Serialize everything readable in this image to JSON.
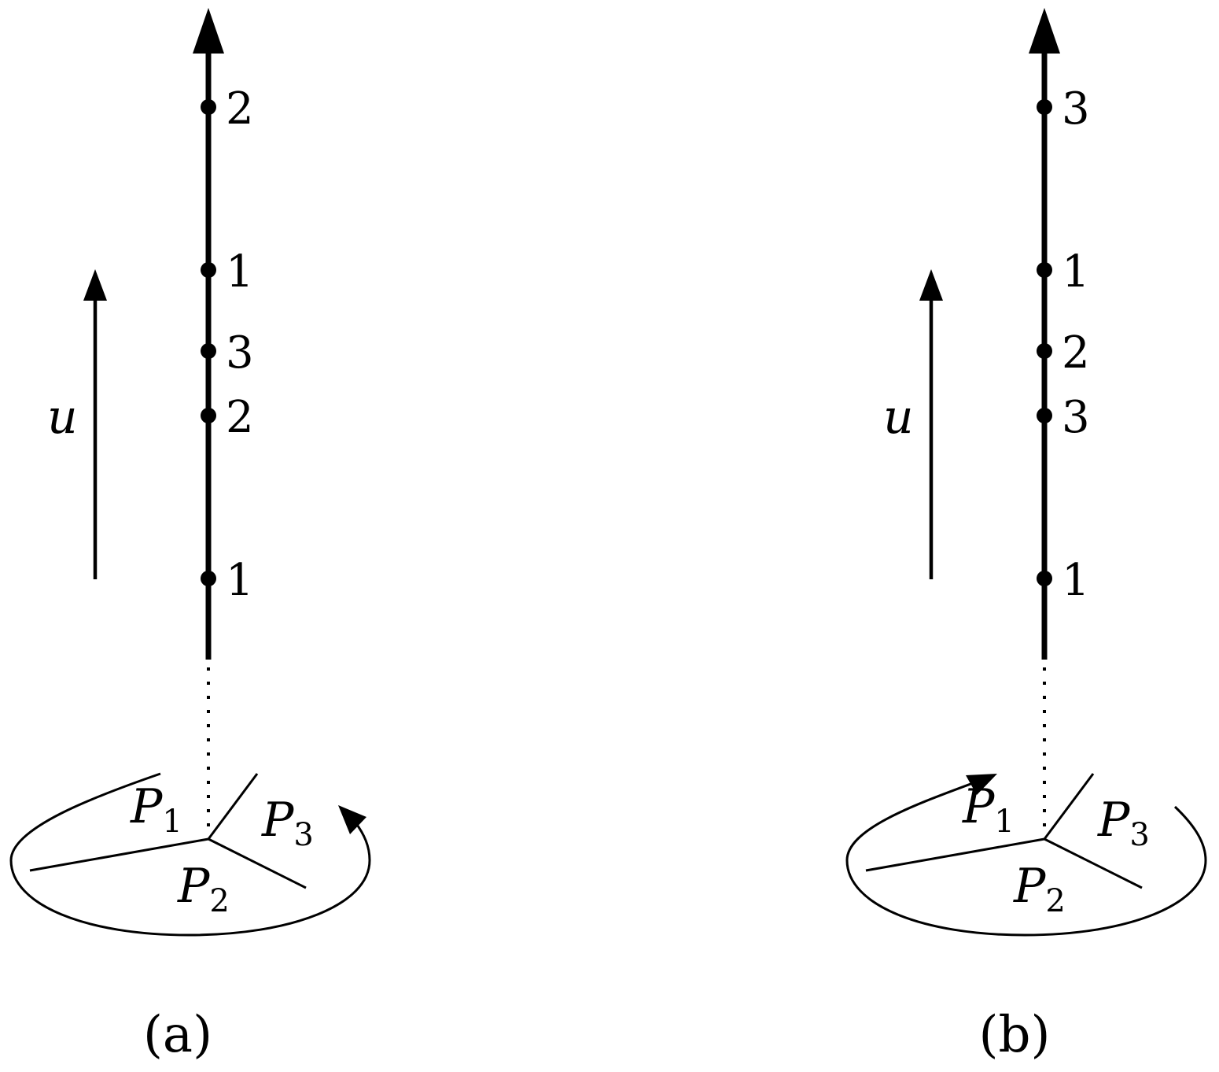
{
  "axis_label": "u",
  "region_labels": [
    {
      "base": "P",
      "sub": "1"
    },
    {
      "base": "P",
      "sub": "2"
    },
    {
      "base": "P",
      "sub": "3"
    }
  ],
  "panels": [
    {
      "caption": "(a)",
      "axis_points": [
        "2",
        "1",
        "3",
        "2",
        "1"
      ],
      "rotation": "counterclockwise"
    },
    {
      "caption": "(b)",
      "axis_points": [
        "3",
        "1",
        "2",
        "3",
        "1"
      ],
      "rotation": "clockwise"
    }
  ]
}
